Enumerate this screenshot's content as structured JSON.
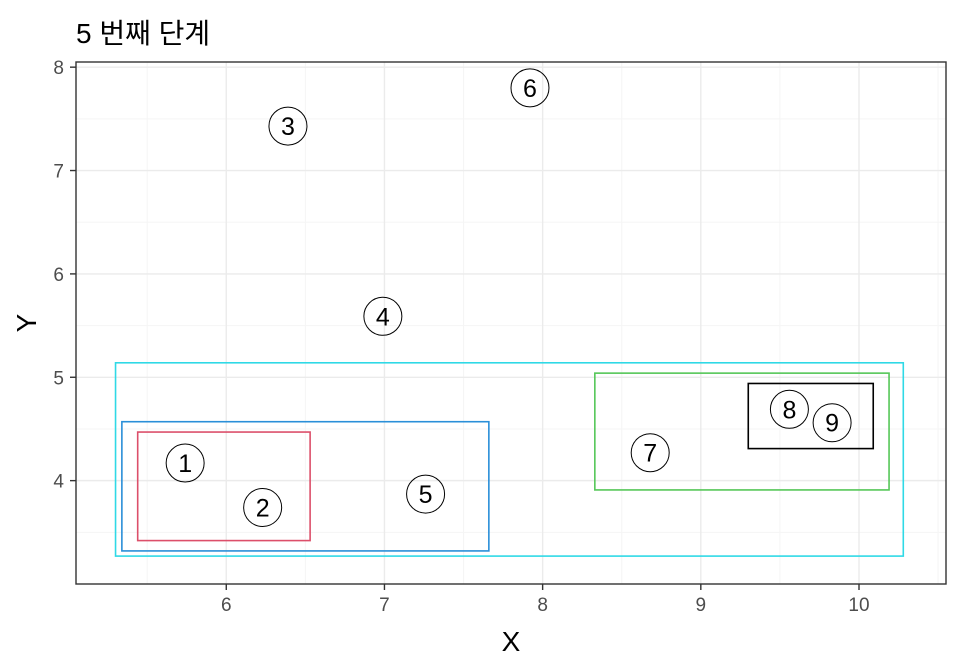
{
  "chart_data": {
    "type": "scatter",
    "title": "5 번째 단계",
    "xlabel": "X",
    "ylabel": "Y",
    "xlim": [
      5.05,
      10.55
    ],
    "ylim": [
      3.0,
      8.05
    ],
    "x_ticks": [
      6,
      7,
      8,
      9,
      10
    ],
    "y_ticks": [
      4,
      5,
      6,
      7,
      8
    ],
    "grid": true,
    "legend": "none",
    "points": [
      {
        "label": "1",
        "x": 5.74,
        "y": 4.17
      },
      {
        "label": "2",
        "x": 6.23,
        "y": 3.74
      },
      {
        "label": "3",
        "x": 6.39,
        "y": 7.43
      },
      {
        "label": "4",
        "x": 6.99,
        "y": 5.59
      },
      {
        "label": "5",
        "x": 7.26,
        "y": 3.87
      },
      {
        "label": "6",
        "x": 7.92,
        "y": 7.8
      },
      {
        "label": "7",
        "x": 8.68,
        "y": 4.27
      },
      {
        "label": "8",
        "x": 9.56,
        "y": 4.69
      },
      {
        "label": "9",
        "x": 9.83,
        "y": 4.56
      }
    ],
    "clusters": [
      {
        "members": [
          "1",
          "2"
        ],
        "x": [
          5.44,
          6.53
        ],
        "y": [
          3.42,
          4.47
        ],
        "color": "#dc4f6a"
      },
      {
        "members": [
          "1",
          "2",
          "5"
        ],
        "x": [
          5.34,
          7.66
        ],
        "y": [
          3.32,
          4.57
        ],
        "color": "#2a8fd8"
      },
      {
        "members": [
          "8",
          "9"
        ],
        "x": [
          9.3,
          10.09
        ],
        "y": [
          4.31,
          4.94
        ],
        "color": "#000000"
      },
      {
        "members": [
          "7",
          "8",
          "9"
        ],
        "x": [
          8.33,
          10.19
        ],
        "y": [
          3.91,
          5.04
        ],
        "color": "#55c758"
      },
      {
        "members": [
          "1",
          "2",
          "5",
          "7",
          "8",
          "9"
        ],
        "x": [
          5.3,
          10.28
        ],
        "y": [
          3.27,
          5.14
        ],
        "color": "#2fd9e6"
      }
    ],
    "colors": {
      "panel_border": "#333333",
      "grid_major": "#ebebeb",
      "grid_minor": "#f5f5f5",
      "tick_label": "#4d4d4d"
    }
  }
}
